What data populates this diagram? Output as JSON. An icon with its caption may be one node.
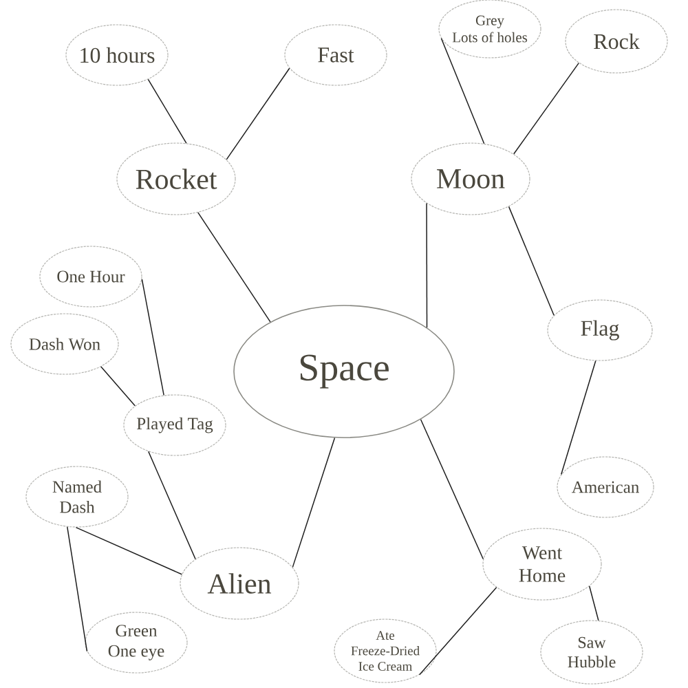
{
  "diagram": {
    "nodes": [
      {
        "text": [
          "Space"
        ]
      },
      {
        "text": [
          "Rocket"
        ]
      },
      {
        "text": [
          "10 hours"
        ]
      },
      {
        "text": [
          "Fast"
        ]
      },
      {
        "text": [
          "Moon"
        ]
      },
      {
        "text": [
          "Grey Lots of holes"
        ]
      },
      {
        "text": [
          "Rock"
        ]
      },
      {
        "text": [
          "Flag"
        ]
      },
      {
        "text": [
          "American"
        ]
      },
      {
        "text": [
          "Went Home"
        ]
      },
      {
        "text": [
          "Ate Freeze-Dried Ice Cream"
        ]
      },
      {
        "text": [
          "Saw Hubble"
        ]
      },
      {
        "text": [
          "Alien"
        ]
      },
      {
        "text": [
          "Played Tag"
        ]
      },
      {
        "text": [
          "One Hour"
        ]
      },
      {
        "text": [
          "Dash Won"
        ]
      },
      {
        "text": [
          "Named Dash"
        ]
      },
      {
        "text": [
          "Green One eye"
        ]
      }
    ],
    "edges": [
      {
        "from": 0,
        "to": 1,
        "arrow": "none"
      },
      {
        "from": 1,
        "to": 2,
        "arrow": "none"
      },
      {
        "from": 1,
        "to": 3,
        "arrow": "none"
      },
      {
        "from": 0,
        "to": 4,
        "arrow": "none"
      },
      {
        "from": 4,
        "to": 5,
        "arrow": "none"
      },
      {
        "from": 4,
        "to": 6,
        "arrow": "none"
      },
      {
        "from": 4,
        "to": 7,
        "arrow": "none"
      },
      {
        "from": 7,
        "to": 8,
        "arrow": "none"
      },
      {
        "from": 0,
        "to": 9,
        "arrow": "none"
      },
      {
        "from": 9,
        "to": 10,
        "arrow": "none"
      },
      {
        "from": 9,
        "to": 11,
        "arrow": "none"
      },
      {
        "from": 0,
        "to": 12,
        "arrow": "none"
      },
      {
        "from": 12,
        "to": 13,
        "arrow": "none"
      },
      {
        "from": 13,
        "to": 14,
        "arrow": "none"
      },
      {
        "from": 13,
        "to": 15,
        "arrow": "none"
      },
      {
        "from": 12,
        "to": 16,
        "arrow": "none"
      },
      {
        "from": 16,
        "to": 17,
        "arrow": "none"
      }
    ]
  }
}
